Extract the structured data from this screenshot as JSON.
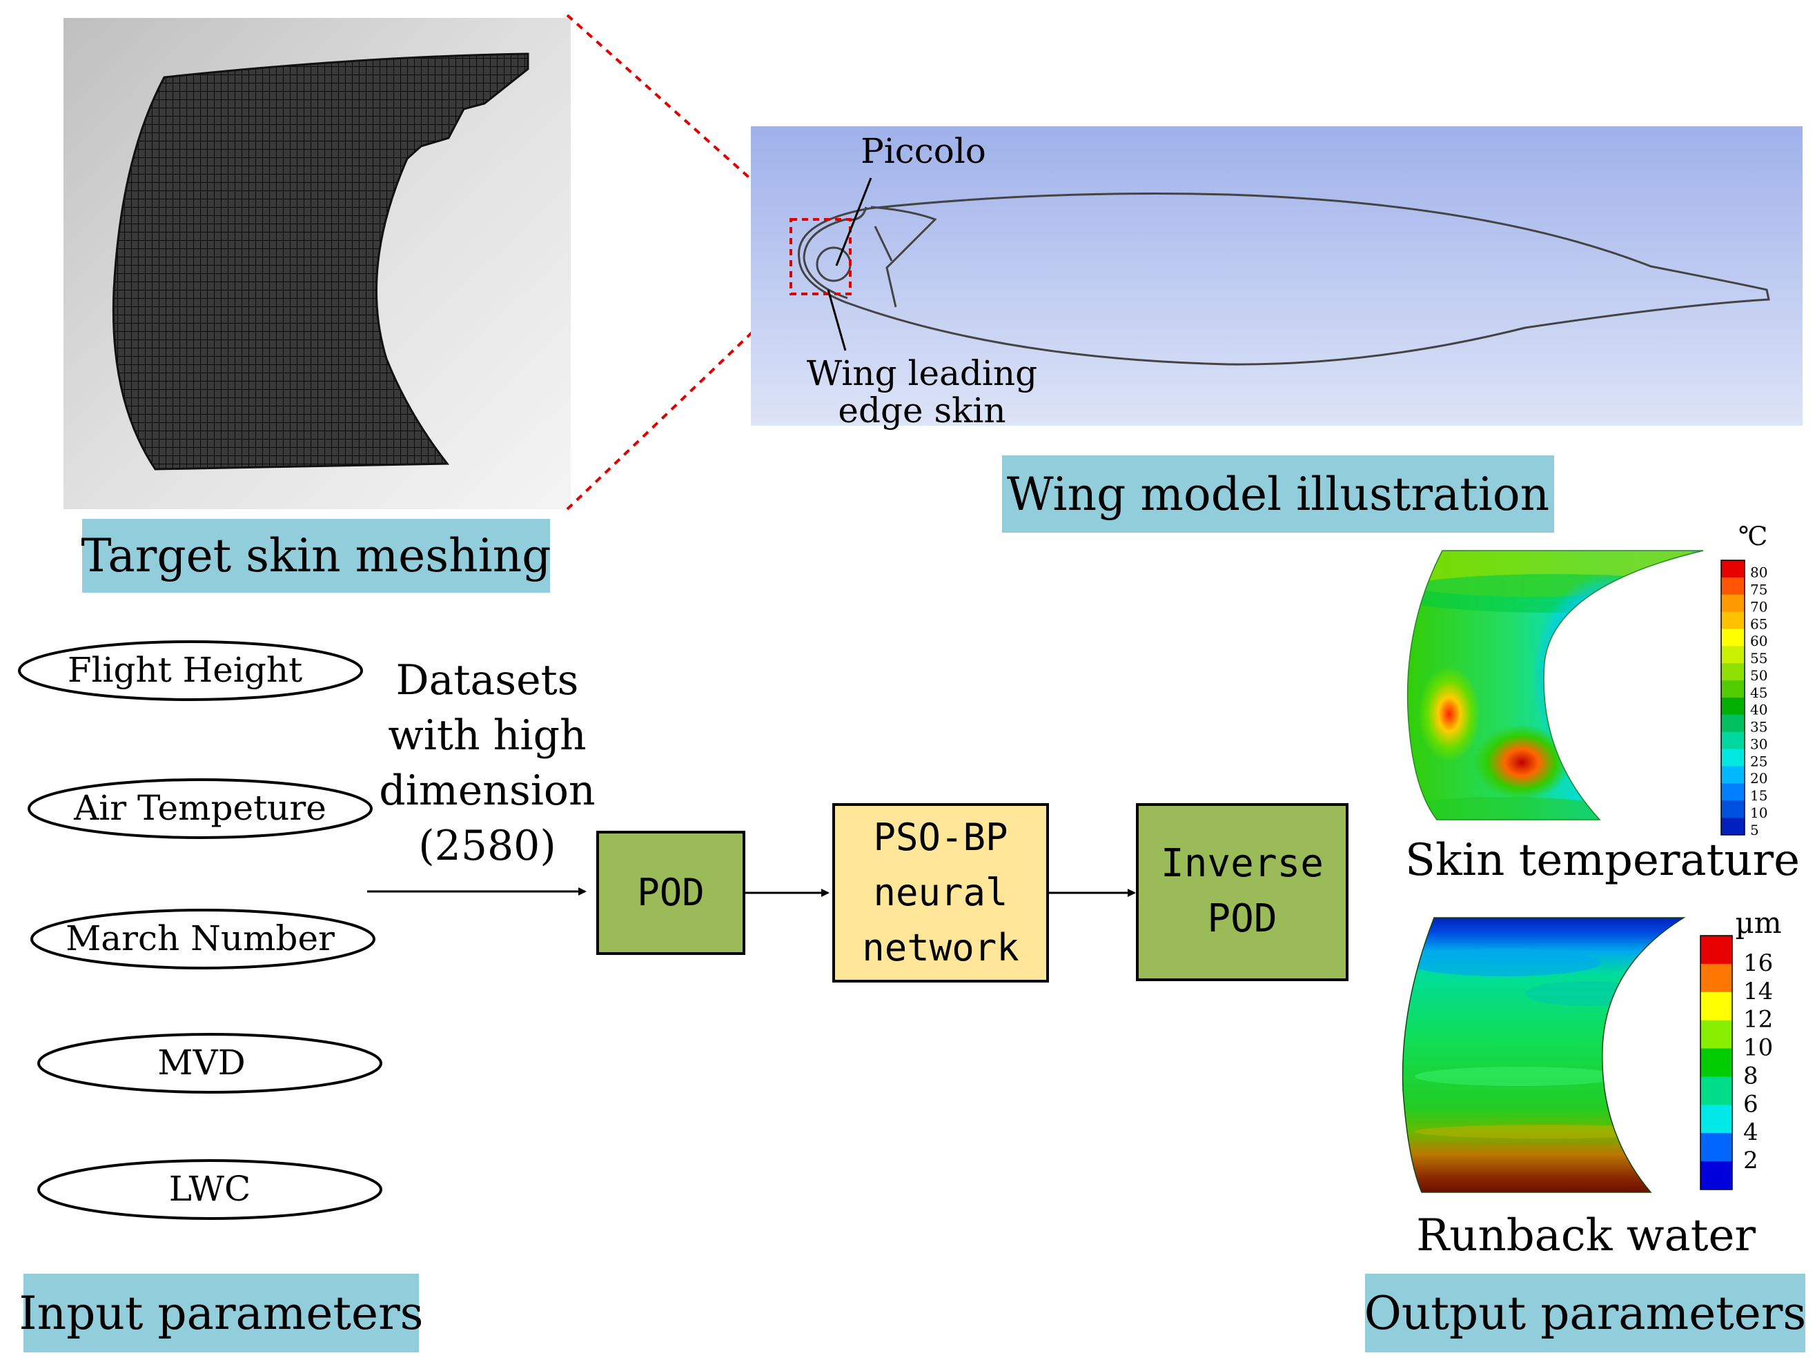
{
  "panels": {
    "skin_mesh": {
      "label": "Target skin meshing"
    },
    "wing_model": {
      "label": "Wing model illustration",
      "piccolo": "Piccolo",
      "skin_line1": "Wing leading",
      "skin_line2": "edge skin"
    },
    "inputs": {
      "label": "Input parameters",
      "items": [
        "Flight Height",
        "Air Tempeture",
        "March Number",
        "MVD",
        "LWC"
      ]
    },
    "outputs": {
      "label": "Output parameters",
      "temperature_title": "Skin temperature",
      "water_title": "Runback water"
    }
  },
  "flow": {
    "datasets": [
      "Datasets",
      "with high",
      "dimension",
      "(2580)"
    ],
    "pod": "POD",
    "psobp": [
      "PSO-BP",
      "neural",
      "network"
    ],
    "inverse": [
      "Inverse",
      "POD"
    ]
  },
  "legends": {
    "temperature": {
      "unit": "℃",
      "ticks": [
        "80",
        "75",
        "70",
        "65",
        "60",
        "55",
        "50",
        "45",
        "40",
        "35",
        "30",
        "25",
        "20",
        "15",
        "10",
        "5"
      ],
      "colors": [
        "#e60000",
        "#ff5500",
        "#ff9900",
        "#ffc000",
        "#ffff00",
        "#c8f000",
        "#8fe000",
        "#50cc00",
        "#00b000",
        "#00c060",
        "#00d8a0",
        "#00e8e0",
        "#00b8ff",
        "#0080ff",
        "#0050e0",
        "#0020c0"
      ]
    },
    "water": {
      "unit": "µm",
      "ticks": [
        "16",
        "14",
        "12",
        "10",
        "8",
        "6",
        "4",
        "2"
      ],
      "colors": [
        "#e60000",
        "#ff7700",
        "#ffff00",
        "#88ee00",
        "#00cc00",
        "#00dd88",
        "#00e8e8",
        "#0066ff",
        "#0000dd"
      ]
    }
  },
  "colors": {
    "label_box": "#92cddc",
    "pod_box": "#9bbb59",
    "psobp_box": "#ffe699",
    "red_dashed": "#e00000",
    "wing_bg_top": "#9fb1ea",
    "wing_bg_bottom": "#dde4f7"
  }
}
